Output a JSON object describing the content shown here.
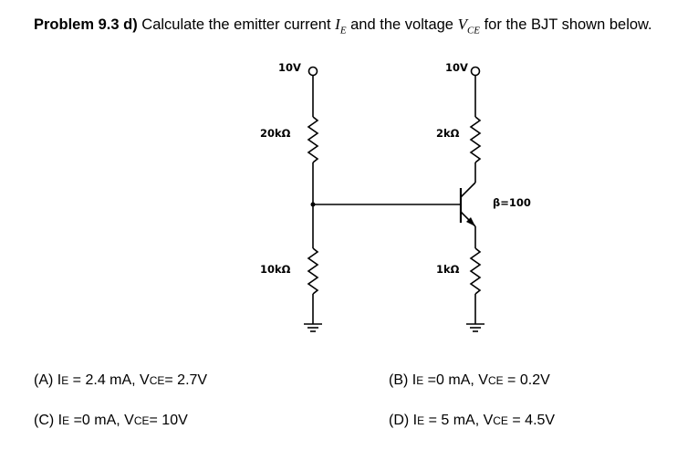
{
  "problem": {
    "number": "Problem 9.3 d)",
    "text_before": " Calculate the emitter current ",
    "ie_var": "I",
    "ie_sub": "E",
    "text_mid": " and the voltage ",
    "vce_var": "V",
    "vce_sub": "CE",
    "text_after": " for the BJT shown below."
  },
  "circuit": {
    "supply_left": "10V",
    "supply_right": "10V",
    "r_top_left": "20kΩ",
    "r_bottom_left": "10kΩ",
    "r_collector": "2kΩ",
    "r_emitter": "1kΩ",
    "beta": "β=100"
  },
  "options": {
    "a": {
      "pre": "(A) I",
      "s1": "E",
      "mid": " = 2.4 mA, V",
      "s2": "CE",
      "post": "= 2.7V"
    },
    "b": {
      "pre": "(B) I",
      "s1": "E",
      "mid": " =0 mA, V",
      "s2": "CE",
      "post": " = 0.2V"
    },
    "c": {
      "pre": "(C) I",
      "s1": "E",
      "mid": " =0 mA, V",
      "s2": "CE",
      "post": "= 10V"
    },
    "d": {
      "pre": "(D) I",
      "s1": "E",
      "mid": " = 5 mA, V",
      "s2": "CE",
      "post": " = 4.5V"
    }
  }
}
